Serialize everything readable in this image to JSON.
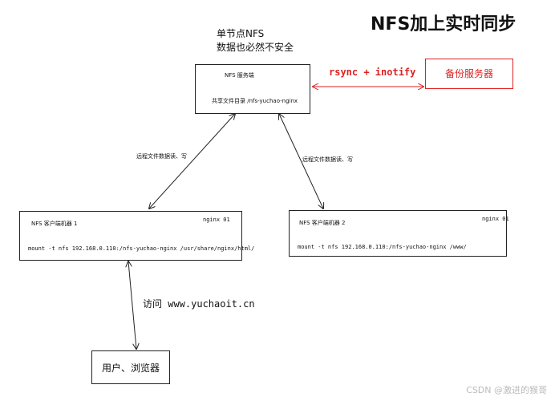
{
  "title": "NFS加上实时同步",
  "note": {
    "line1": "单节点NFS",
    "line2": "数据也必然不安全"
  },
  "server": {
    "title": "NFS 服务端",
    "share": "共享文件目录 /nfs-yuchao-nginx"
  },
  "sync": {
    "label": "rsync + inotify",
    "color": "#d22222"
  },
  "backup": {
    "label": "备份服务器",
    "color": "#d22222"
  },
  "edge_labels": {
    "left": "远程文件数据读、写",
    "right": "远程文件数据读、写"
  },
  "client1": {
    "title": "NFS 客户端机器 1",
    "tag": "nginx 01",
    "mount": "mount -t nfs 192.168.0.110:/nfs-yuchao-nginx /usr/share/nginx/html/"
  },
  "client2": {
    "title": "NFS 客户端机器 2",
    "tag": "nginx 01",
    "mount": "mount -t nfs 192.168.0.110:/nfs-yuchao-nginx /www/"
  },
  "access": {
    "label": "访问 www.yuchaoit.cn"
  },
  "user": {
    "label": "用户、浏览器"
  },
  "watermark": "CSDN @激进的猴哥"
}
